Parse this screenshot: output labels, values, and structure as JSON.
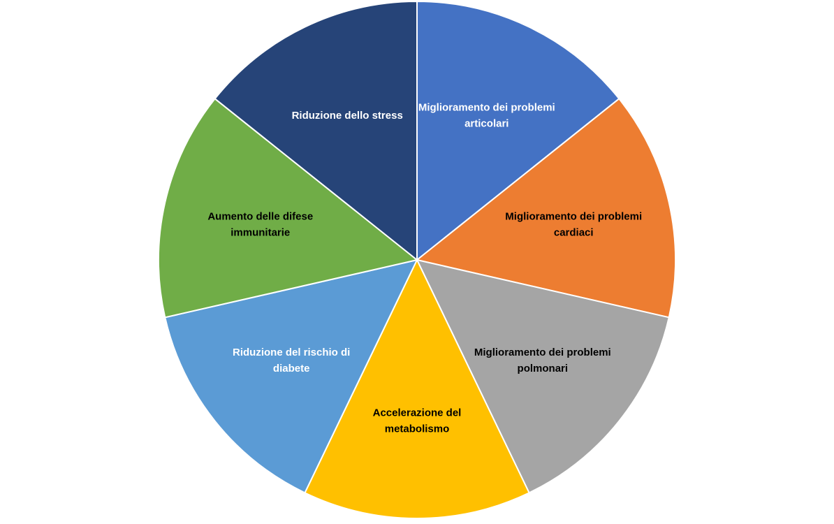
{
  "chart_data": {
    "type": "pie",
    "categories": [
      "Miglioramento dei problemi articolari",
      "Miglioramento dei problemi cardiaci",
      "Miglioramento dei problemi polmonari",
      "Accelerazione del metabolismo",
      "Riduzione del rischio di diabete",
      "Aumento delle difese immunitarie",
      "Riduzione dello stress"
    ],
    "values": [
      1,
      1,
      1,
      1,
      1,
      1,
      1
    ],
    "labels": [
      [
        "Miglioramento dei problemi",
        "articolari"
      ],
      [
        "Miglioramento dei problemi",
        "cardiaci"
      ],
      [
        "Miglioramento dei problemi",
        "polmonari"
      ],
      [
        "Accelerazione del",
        "metabolismo"
      ],
      [
        "Riduzione del rischio di",
        "diabete"
      ],
      [
        "Aumento delle difese",
        "immunitarie"
      ],
      [
        "Riduzione dello stress"
      ]
    ],
    "colors": [
      "#4472c4",
      "#ed7d31",
      "#a5a5a5",
      "#ffc000",
      "#5b9bd5",
      "#70ad47",
      "#264478"
    ],
    "label_colors": [
      "#ffffff",
      "#000000",
      "#000000",
      "#000000",
      "#ffffff",
      "#000000",
      "#ffffff"
    ],
    "start_angle_deg": 0,
    "direction": "clockwise",
    "legend": "none",
    "title": ""
  }
}
